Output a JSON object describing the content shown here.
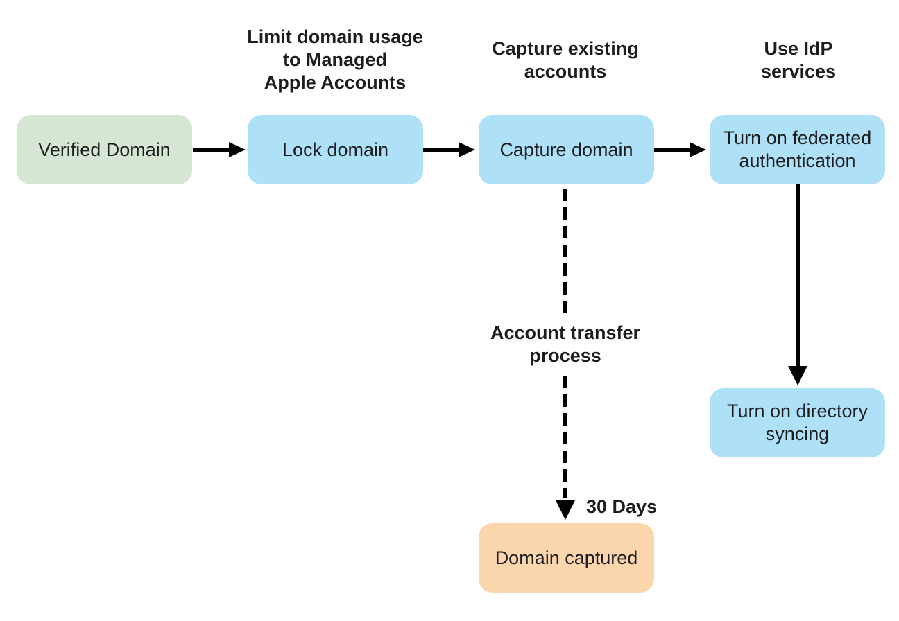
{
  "diagram": {
    "colors": {
      "background": "#ffffff",
      "text": "#1d1d1f",
      "arrow": "#000000",
      "node_green": "#d5e6d3",
      "node_blue": "#aee0f8",
      "node_orange": "#fbd5ab"
    },
    "nodes": [
      {
        "id": "verified-domain",
        "label": "Verified Domain",
        "color": "#d5e6d3"
      },
      {
        "id": "lock-domain",
        "label": "Lock domain",
        "color": "#aee0f8"
      },
      {
        "id": "capture-domain",
        "label": "Capture domain",
        "color": "#aee0f8"
      },
      {
        "id": "turn-on-federated-authentication",
        "label": "Turn on federated authentication",
        "color": "#aee0f8"
      },
      {
        "id": "turn-on-directory-syncing",
        "label": "Turn on directory syncing",
        "color": "#aee0f8"
      },
      {
        "id": "domain-captured",
        "label": "Domain captured",
        "color": "#fbd5ab"
      }
    ],
    "captions": [
      {
        "target": "lock-domain",
        "lines": [
          "Limit domain usage",
          "to Managed",
          "Apple Accounts"
        ]
      },
      {
        "target": "capture-domain",
        "lines": [
          "Capture existing",
          "accounts"
        ]
      },
      {
        "target": "turn-on-federated-authentication",
        "lines": [
          "Use IdP",
          "services"
        ]
      }
    ],
    "edges": [
      {
        "from": "verified-domain",
        "to": "lock-domain",
        "style": "solid"
      },
      {
        "from": "lock-domain",
        "to": "capture-domain",
        "style": "solid"
      },
      {
        "from": "capture-domain",
        "to": "turn-on-federated-authentication",
        "style": "solid"
      },
      {
        "from": "turn-on-federated-authentication",
        "to": "turn-on-directory-syncing",
        "style": "solid"
      },
      {
        "from": "capture-domain",
        "to": "domain-captured",
        "style": "dashed",
        "labels": {
          "mid": [
            "Account transfer",
            "process"
          ],
          "end": "30 Days"
        }
      }
    ]
  }
}
